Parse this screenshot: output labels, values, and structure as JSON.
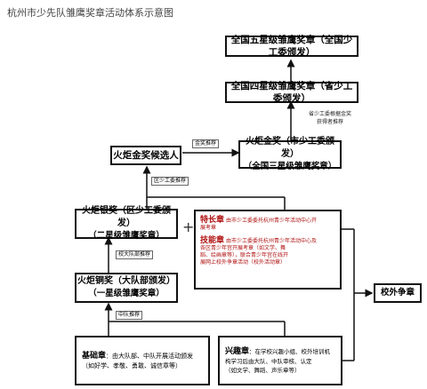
{
  "title": "杭州市少先队雏鹰奖章活动体系示意图",
  "boxes": {
    "national5": "全国五星级雏鹰奖章（全国少工委颁发）",
    "national4": "全国四星级雏鹰奖章（省少工委颁发）",
    "gold_title": "火炬金奖（市少工委颁发）",
    "gold_sub": "（全国三星级雏鹰奖章）",
    "candidate": "火炬金奖候选人",
    "silver_title": "火炬银奖（区少工委颁发）",
    "silver_sub": "（二星级雏鹰奖章）",
    "bronze_title": "火炬铜奖（大队部颁发）",
    "bronze_sub": "（一星级雏鹰奖章）",
    "outside": "校外争章"
  },
  "tags": {
    "gold_recommend": "金奖推荐",
    "district_recommend": "区少工委推荐",
    "school_recommend": "校大队部推荐",
    "squad_recommend": "中队推荐"
  },
  "province_note": {
    "line1": "省少工委根据金奖",
    "line2": "获得者推荐"
  },
  "special": {
    "te_label": "特长章",
    "te_text1": "由市少工委委托杭州青少年活动中心开",
    "te_text2": "展考章",
    "ji_label": "技能章",
    "ji_text1": "由市少工委委托杭州青少年活动中心及",
    "ji_text2": "各区青少年宫开展考章（如文学、舞",
    "ji_text3": "蹈、绘画章等），联合青少年宫在线开",
    "ji_text4": "展网上校外争章活动（校外活动章）"
  },
  "basic": {
    "label": "基础章",
    "text1": "：由大队部、中队开展活动颁发",
    "text2": "（如好学、孝敬、勇敢、诚信章等）"
  },
  "interest": {
    "label": "兴趣章",
    "text1": "：在学校兴趣小组、校外培训机",
    "text2": "构学习后由大队、中队审核、认定",
    "text3": "（如文学、舞蹈、声乐章等）"
  },
  "plus": "+"
}
